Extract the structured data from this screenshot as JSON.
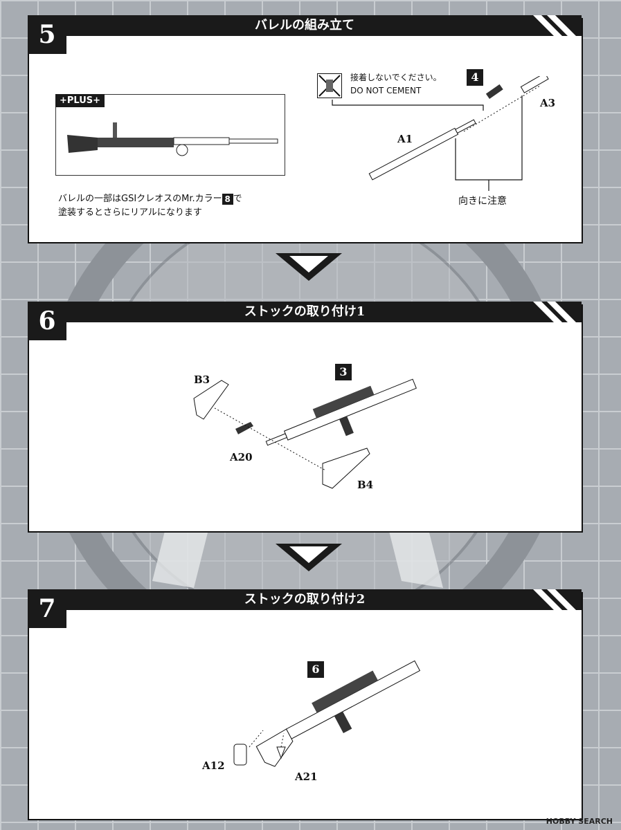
{
  "steps": [
    {
      "number": "5",
      "title": "バレルの組み立て",
      "ref": "4",
      "parts": [
        "A1",
        "A3"
      ],
      "plus": {
        "tag": "+PLUS+",
        "note_line1_prefix": "バレルの一部はGSIクレオスのMr.カラー",
        "color_number": "8",
        "note_line1_suffix": "で",
        "note_line2": "塗装するとさらにリアルになります"
      },
      "no_cement_jp": "接着しないでください。",
      "no_cement_en": "DO NOT CEMENT",
      "orientation_note": "向きに注意"
    },
    {
      "number": "6",
      "title": "ストックの取り付け1",
      "ref": "3",
      "parts": [
        "B3",
        "A20",
        "B4"
      ]
    },
    {
      "number": "7",
      "title": "ストックの取り付け2",
      "ref": "6",
      "parts": [
        "A12",
        "A21"
      ]
    }
  ],
  "watermark": "HOBBY SEARCH",
  "icons": [
    "no-cement-icon",
    "down-chevron-icon"
  ]
}
